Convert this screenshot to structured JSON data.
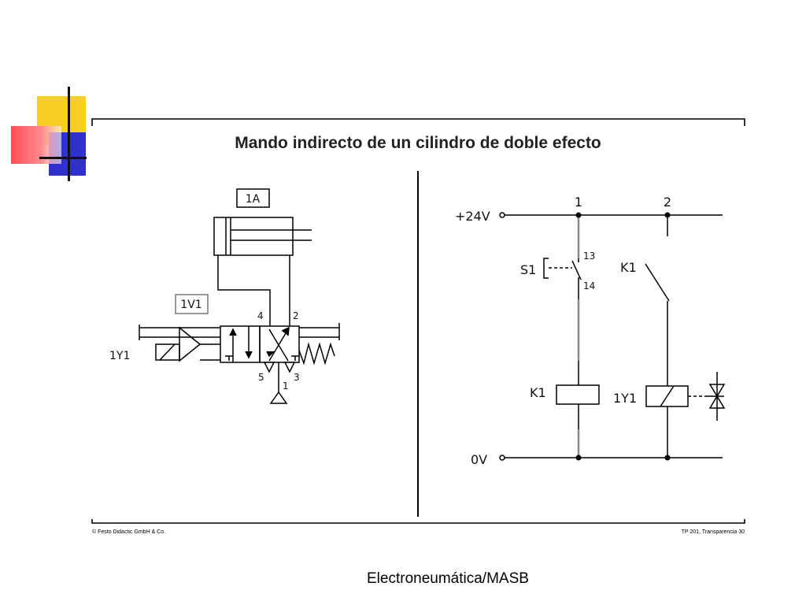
{
  "slide": {
    "title": "Mando indirecto de un cilindro de doble efecto",
    "footer_left": "© Festo Didactic GmbH & Co.",
    "footer_right": "TP 201, Transparencia 30",
    "caption": "Electroneumática/MASB"
  },
  "pneumatic": {
    "cylinder_label": "1A",
    "valve_label": "1V1",
    "solenoid_label": "1Y1",
    "port_4": "4",
    "port_2": "2",
    "port_5": "5",
    "port_1": "1",
    "port_3": "3"
  },
  "electric": {
    "supply_pos": "+24V",
    "supply_neg": "0V",
    "path_1": "1",
    "path_2": "2",
    "switch_label": "S1",
    "contact_13": "13",
    "contact_14": "14",
    "relay_contact_label": "K1",
    "relay_coil_label": "K1",
    "solenoid_label": "1Y1"
  },
  "colors": {
    "deco_yellow": "#f7cf22",
    "deco_blue": "#3030cc",
    "deco_red": "#ff4d55",
    "line": "#000000",
    "wire_gray": "#888888"
  }
}
